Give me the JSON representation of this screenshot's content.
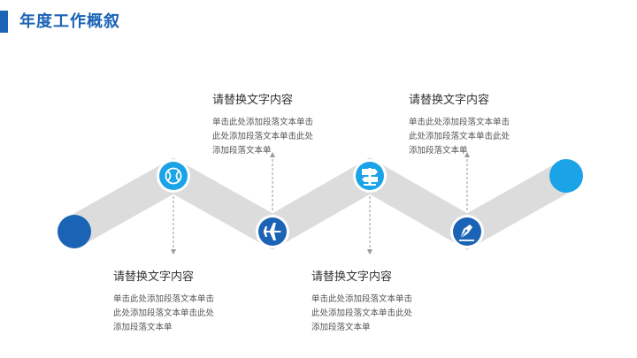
{
  "slide": {
    "title": "年度工作概叙"
  },
  "colors": {
    "accent_dark": "#1b63b5",
    "accent_light": "#1aa3e6",
    "band": "#dcdcdc",
    "arrow": "#9a9a9a"
  },
  "nodes": [
    {
      "name": "start-circle",
      "icon": ""
    },
    {
      "name": "node-1",
      "icon": "tennis-ball-icon"
    },
    {
      "name": "node-2",
      "icon": "airplane-icon"
    },
    {
      "name": "node-3",
      "icon": "signpost-icon"
    },
    {
      "name": "node-4",
      "icon": "pen-nib-icon"
    },
    {
      "name": "end-circle",
      "icon": ""
    }
  ],
  "blocks": [
    {
      "heading": "请替换文字内容",
      "lines": [
        "单击此处添加段落文本单击",
        "此处添加段落文本单击此处",
        "添加段落文本单"
      ]
    },
    {
      "heading": "请替换文字内容",
      "lines": [
        "单击此处添加段落文本单击",
        "此处添加段落文本单击此处",
        "添加段落文本单"
      ]
    },
    {
      "heading": "请替换文字内容",
      "lines": [
        "单击此处添加段落文本单击",
        "此处添加段落文本单击此处",
        "添加段落文本单"
      ]
    },
    {
      "heading": "请替换文字内容",
      "lines": [
        "单击此处添加段落文本单击",
        "此处添加段落文本单击此处",
        "添加段落文本单"
      ]
    }
  ]
}
